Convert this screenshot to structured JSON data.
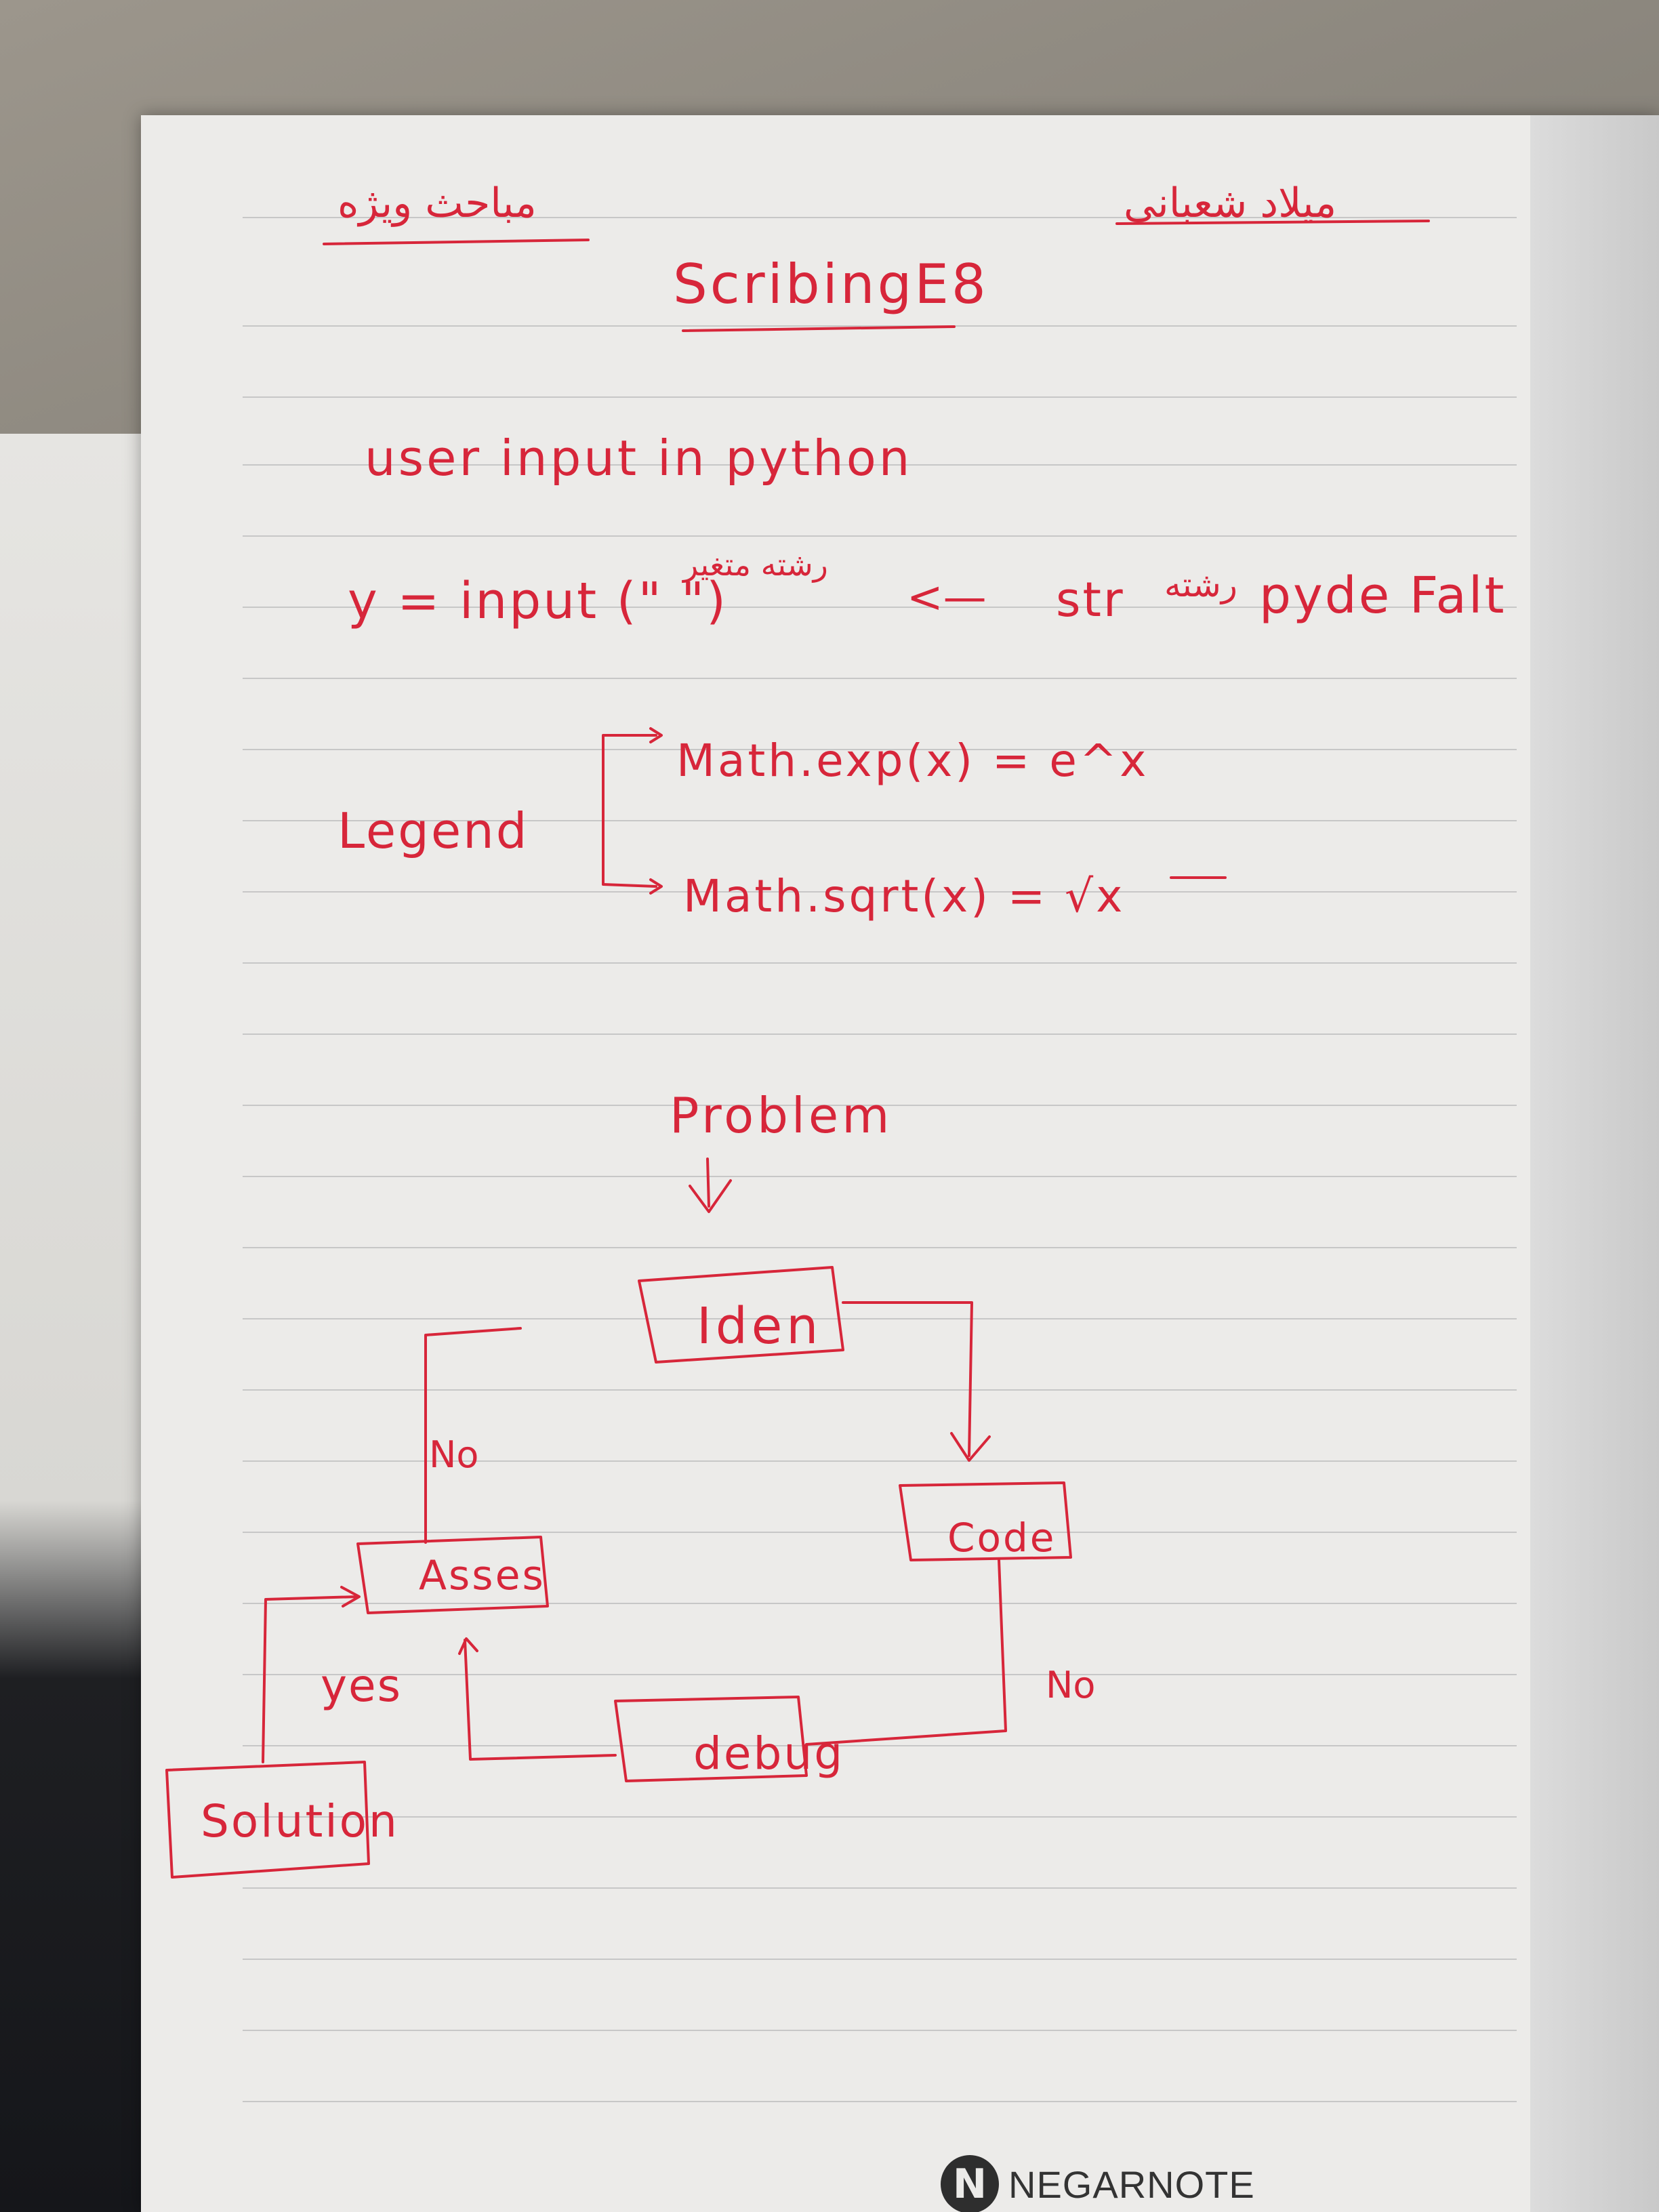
{
  "header": {
    "left_persian": "مباحث ویژه",
    "right_persian": "میلاد شعبانی",
    "title": "ScribingE8"
  },
  "notes": {
    "line1": "user input in python",
    "line2_code": "y = input (\" \")",
    "line2_persian_quote": "رشته متغیر",
    "line2_arrow": "<—",
    "line2_type": "str",
    "line2_persian_default": "رشته",
    "line2_suffix": "pyde Falt",
    "legend_label": "Legend",
    "legend_items": [
      "Math.exp(x) = e^x",
      "Math.sqrt(x) = √x"
    ]
  },
  "flowchart": {
    "nodes": {
      "problem": "Problem",
      "iden": "Iden",
      "code": "Code",
      "asses": "Asses",
      "debug": "debug",
      "solution": "Solution"
    },
    "labels": {
      "no_left": "No",
      "no_right": "No",
      "yes": "yes"
    }
  },
  "brand": {
    "logo_letter": "N",
    "name": "NEGARNOTE"
  },
  "colors": {
    "ink": "#d7263a",
    "paper": "#ecebe9",
    "rule": "#c7c7c7"
  }
}
